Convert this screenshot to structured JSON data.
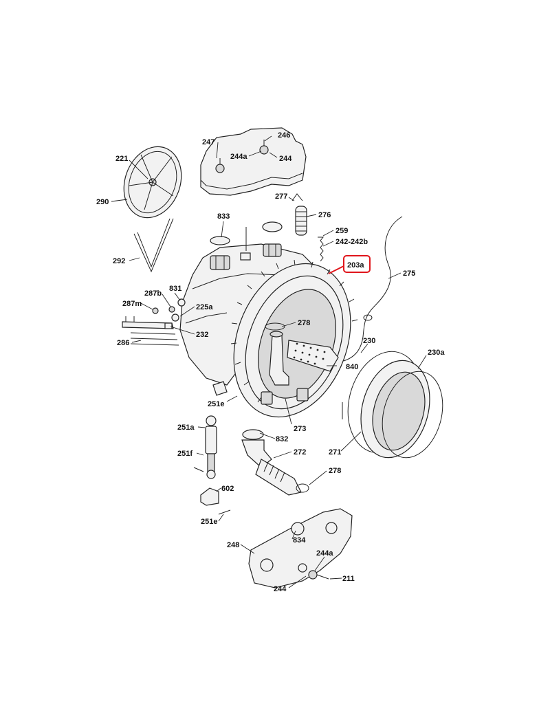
{
  "diagram": {
    "highlight_color": "#e0151b",
    "labels": {
      "p247": "247",
      "p246": "246",
      "p244a_top": "244a",
      "p244_top": "244",
      "p221": "221",
      "p290": "290",
      "p292": "292",
      "p277": "277",
      "p276": "276",
      "p259": "259",
      "p242": "242-242b",
      "p833": "833",
      "p203a": "203a",
      "p275": "275",
      "p831": "831",
      "p287b": "287b",
      "p287m": "287m",
      "p225a": "225a",
      "p232": "232",
      "p286": "286",
      "p278_top": "278",
      "p230": "230",
      "p230a": "230a",
      "p840": "840",
      "p251e_top": "251e",
      "p251a": "251a",
      "p251f": "251f",
      "p832": "832",
      "p273": "273",
      "p272": "272",
      "p271": "271",
      "p278_bottom": "278",
      "p602": "602",
      "p251e_bottom": "251e",
      "p834": "834",
      "p248": "248",
      "p244a_bottom": "244a",
      "p211": "211",
      "p244_bottom": "244"
    }
  }
}
